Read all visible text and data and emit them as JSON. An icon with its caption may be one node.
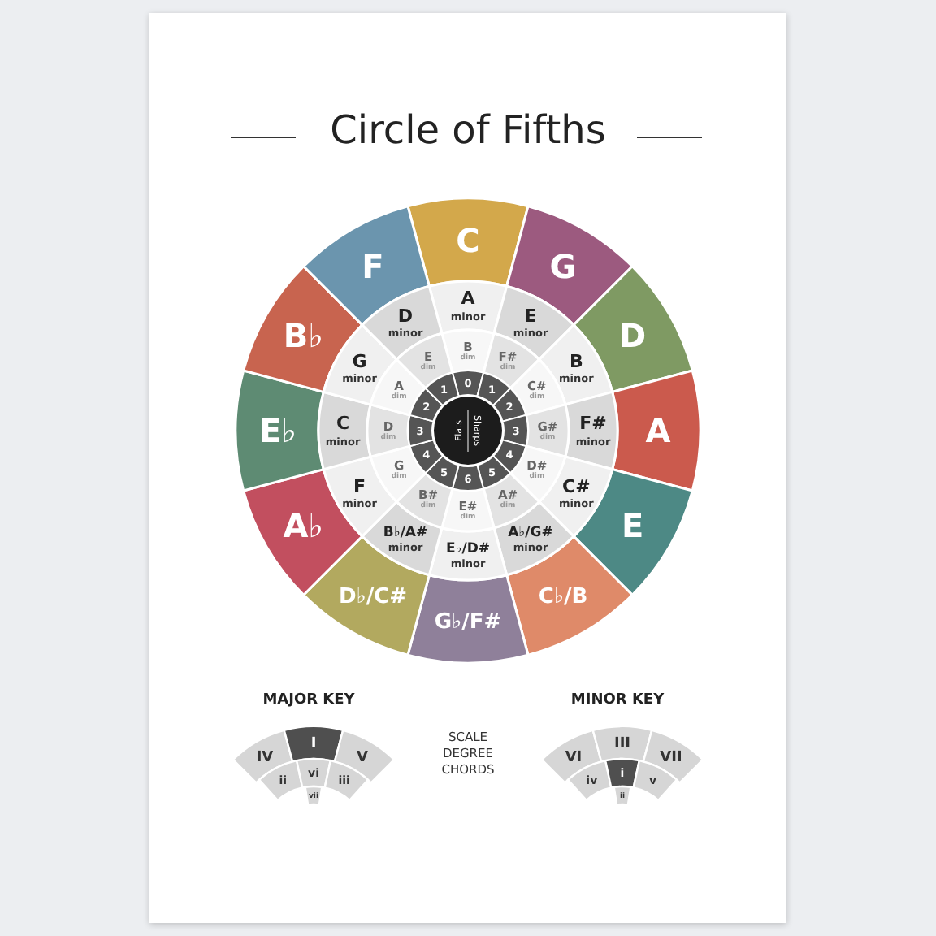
{
  "diagram": {
    "title": "Circle of Fifths",
    "nodes": [
      {
        "text": [
          "C"
        ]
      },
      {
        "text": [
          "G"
        ]
      },
      {
        "text": [
          "D"
        ]
      },
      {
        "text": [
          "A"
        ]
      },
      {
        "text": [
          "E"
        ]
      },
      {
        "text": [
          "C♭/B"
        ]
      },
      {
        "text": [
          "G♭/F#"
        ]
      },
      {
        "text": [
          "D♭/C#"
        ]
      },
      {
        "text": [
          "A♭"
        ]
      },
      {
        "text": [
          "E♭"
        ]
      },
      {
        "text": [
          "B♭"
        ]
      },
      {
        "text": [
          "F"
        ]
      },
      {
        "text": [
          "A minor"
        ]
      },
      {
        "text": [
          "E minor"
        ]
      },
      {
        "text": [
          "B minor"
        ]
      },
      {
        "text": [
          "F# minor"
        ]
      },
      {
        "text": [
          "C# minor"
        ]
      },
      {
        "text": [
          "A♭/G# minor"
        ]
      },
      {
        "text": [
          "E♭/D# minor"
        ]
      },
      {
        "text": [
          "B♭/A# minor"
        ]
      },
      {
        "text": [
          "F minor"
        ]
      },
      {
        "text": [
          "C minor"
        ]
      },
      {
        "text": [
          "G minor"
        ]
      },
      {
        "text": [
          "D minor"
        ]
      },
      {
        "text": [
          "B dim"
        ]
      },
      {
        "text": [
          "F# dim"
        ]
      },
      {
        "text": [
          "C# dim"
        ]
      },
      {
        "text": [
          "G# dim"
        ]
      },
      {
        "text": [
          "D# dim"
        ]
      },
      {
        "text": [
          "A# dim"
        ]
      },
      {
        "text": [
          "E# dim"
        ]
      },
      {
        "text": [
          "B# dim"
        ]
      },
      {
        "text": [
          "G dim"
        ]
      },
      {
        "text": [
          "D dim"
        ]
      },
      {
        "text": [
          "A dim"
        ]
      },
      {
        "text": [
          "E dim"
        ]
      },
      {
        "text": [
          "0"
        ]
      },
      {
        "text": [
          "1"
        ]
      },
      {
        "text": [
          "2"
        ]
      },
      {
        "text": [
          "3"
        ]
      },
      {
        "text": [
          "4"
        ]
      },
      {
        "text": [
          "5"
        ]
      },
      {
        "text": [
          "6"
        ]
      },
      {
        "text": [
          "5"
        ]
      },
      {
        "text": [
          "4"
        ]
      },
      {
        "text": [
          "3"
        ]
      },
      {
        "text": [
          "2"
        ]
      },
      {
        "text": [
          "1"
        ]
      },
      {
        "text": [
          "Flats",
          "Sharps"
        ]
      },
      {
        "text": [
          "IV"
        ]
      },
      {
        "text": [
          "I"
        ]
      },
      {
        "text": [
          "V"
        ]
      },
      {
        "text": [
          "ii"
        ]
      },
      {
        "text": [
          "vi"
        ]
      },
      {
        "text": [
          "iii"
        ]
      },
      {
        "text": [
          "vii"
        ]
      },
      {
        "text": [
          "VI"
        ]
      },
      {
        "text": [
          "III"
        ]
      },
      {
        "text": [
          "VII"
        ]
      },
      {
        "text": [
          "iv"
        ]
      },
      {
        "text": [
          "i"
        ]
      },
      {
        "text": [
          "v"
        ]
      },
      {
        "text": [
          "ii"
        ]
      }
    ],
    "labels": [
      "MAJOR KEY",
      "SCALE DEGREE CHORDS",
      "MINOR KEY"
    ]
  }
}
